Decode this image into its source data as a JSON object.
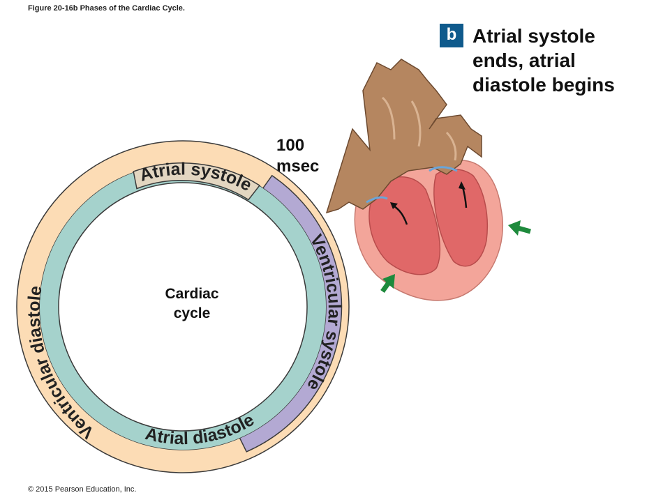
{
  "figure": {
    "caption": "Figure 20-16b Phases of the Cardiac Cycle.",
    "copyright": "© 2015 Pearson Education, Inc."
  },
  "panel": {
    "badge": "b",
    "title": "Atrial systole\nends, atrial\ndiastole begins"
  },
  "time_marker": {
    "label": "100\nmsec"
  },
  "cycle": {
    "center_label": "Cardiac\ncycle",
    "inner_ring": {
      "atrial_systole": "Atrial systole",
      "atrial_diastole": "Atrial diastole"
    },
    "outer_ring": {
      "ventricular_systole": "Ventricular systole",
      "ventricular_diastole": "Ventricular diastole"
    }
  },
  "colors": {
    "ventricular_diastole_fill": "#fcdcb5",
    "ventricular_systole_fill": "#b3a9d3",
    "atrial_diastole_fill": "#a5d2cc",
    "atrial_systole_fill": "#e3d6c1",
    "ring_stroke": "#3a3a3a",
    "badge": "#0f5a8c",
    "vessel_brown": "#b58660",
    "ventricle_red": "#e06868",
    "heart_wall": "#f3a59a",
    "arrow_green": "#1e8a3c"
  },
  "icons": {
    "contraction_arrows": "green-arrow-icon",
    "flow_arrows": "black-curved-arrow-icon"
  }
}
